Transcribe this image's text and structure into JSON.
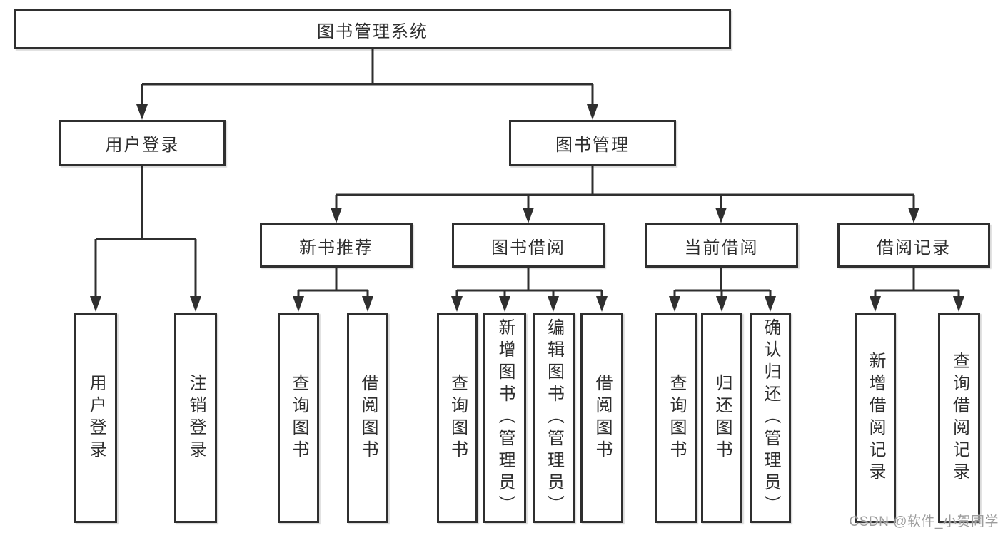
{
  "page": {
    "background": "#ffffff"
  },
  "colors": {
    "line": "#2f2f2f",
    "box_border": "#2f2f2f",
    "text": "#2e2e2e",
    "watermark": "#9c9c9c"
  },
  "watermark": {
    "text": "CSDN @软件_小贺同学"
  },
  "nodes": {
    "root": {
      "label": "图书管理系统"
    },
    "level2": {
      "user_login": {
        "label": "用户登录"
      },
      "book_management": {
        "label": "图书管理"
      }
    },
    "level3": {
      "new_book_recommend": {
        "label": "新书推荐"
      },
      "book_borrowing": {
        "label": "图书借阅"
      },
      "current_borrowing": {
        "label": "当前借阅"
      },
      "borrowing_records": {
        "label": "借阅记录"
      }
    },
    "leaves": {
      "login_user_login": {
        "label": "用户登录"
      },
      "login_logout": {
        "label": "注销登录"
      },
      "recommend_query_books": {
        "label": "查询图书"
      },
      "recommend_borrow_books": {
        "label": "借阅图书"
      },
      "borrowing_query_books": {
        "label": "查询图书"
      },
      "borrowing_add_books": {
        "label": "新增图书（管理员）"
      },
      "borrowing_edit_books": {
        "label": "编辑图书（管理员）"
      },
      "borrowing_borrow_books": {
        "label": "借阅图书"
      },
      "current_query_books": {
        "label": "查询图书"
      },
      "current_return_books": {
        "label": "归还图书"
      },
      "current_confirm_return": {
        "label": "确认归还（管理员）"
      },
      "records_add_record": {
        "label": "新增借阅记录"
      },
      "records_query_record": {
        "label": "查询借阅记录"
      }
    }
  }
}
